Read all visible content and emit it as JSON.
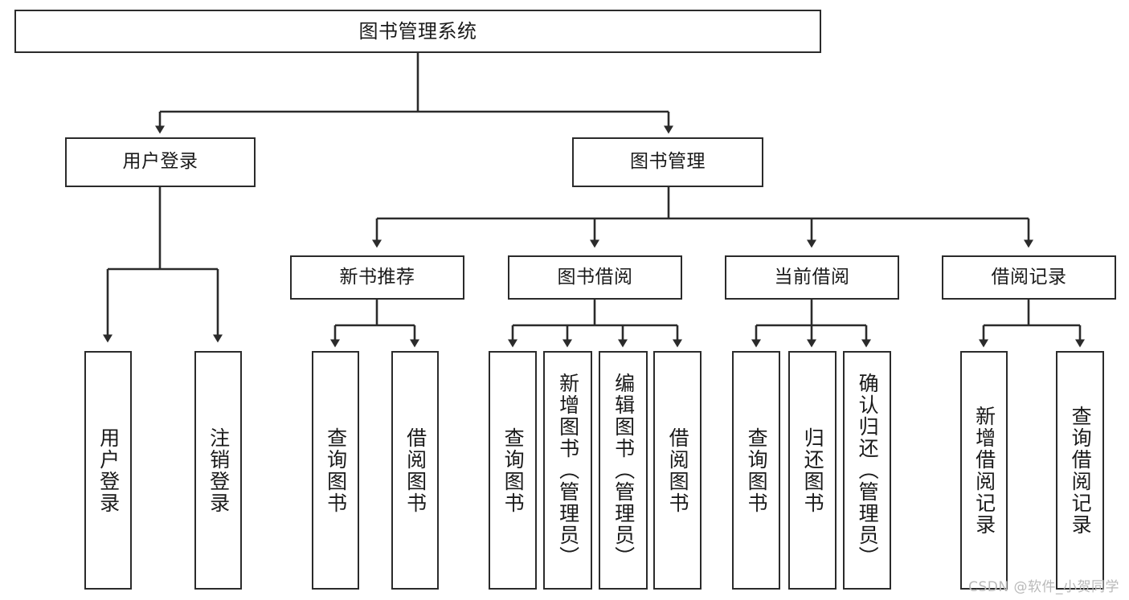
{
  "diagram": {
    "title": "图书管理系统",
    "watermark": "CSDN @软件_小贺同学",
    "stroke_color": "#2b2b2b",
    "background_color": "#ffffff",
    "text_color": "#1a1a1a",
    "watermark_color": "#b9b9b9"
  },
  "nodes": {
    "root": {
      "label": "图书管理系统"
    },
    "level1": [
      {
        "label": "用户登录"
      },
      {
        "label": "图书管理"
      }
    ],
    "level2": [
      {
        "label": "新书推荐"
      },
      {
        "label": "图书借阅"
      },
      {
        "label": "当前借阅"
      },
      {
        "label": "借阅记录"
      }
    ],
    "leaves": {
      "user_login": [
        {
          "label": "用户登录"
        },
        {
          "label": "注销登录"
        }
      ],
      "new_book_recommend": [
        {
          "label": "查询图书"
        },
        {
          "label": "借阅图书"
        }
      ],
      "book_borrow": [
        {
          "label": "查询图书"
        },
        {
          "label": "新增图书（管理员）"
        },
        {
          "label": "编辑图书（管理员）"
        },
        {
          "label": "借阅图书"
        }
      ],
      "current_borrow": [
        {
          "label": "查询图书"
        },
        {
          "label": "归还图书"
        },
        {
          "label": "确认归还（管理员）"
        }
      ],
      "borrow_record": [
        {
          "label": "新增借阅记录"
        },
        {
          "label": "查询借阅记录"
        }
      ]
    }
  }
}
